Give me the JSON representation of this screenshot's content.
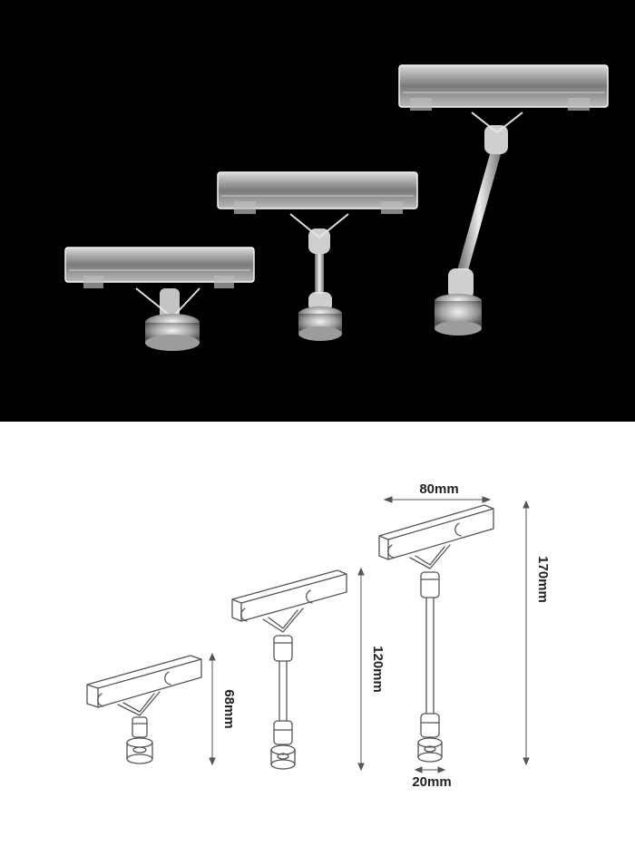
{
  "dimensions": {
    "width_label": "80mm",
    "base_label": "20mm",
    "small_height_label": "68mm",
    "medium_height_label": "120mm",
    "large_height_label": "170mm"
  },
  "colors": {
    "photo_background": "#000000",
    "drawing_background": "#ffffff",
    "line_color": "#555555",
    "text_color": "#222222"
  }
}
